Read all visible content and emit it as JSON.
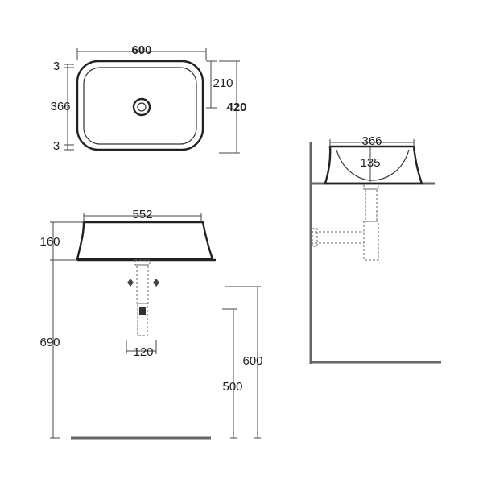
{
  "top_view": {
    "width": "600",
    "depth": "420",
    "inner_depth": "366",
    "rim_top": "3",
    "rim_bottom": "3",
    "drain_offset": "210"
  },
  "front_view": {
    "width": "552",
    "height": "160",
    "floor_to_rim": "690",
    "trap_width": "120",
    "outlet_height_1": "600",
    "outlet_height_2": "500"
  },
  "side_view": {
    "depth": "366",
    "bowl_depth": "135"
  },
  "colors": {
    "line": "#333333",
    "hidden": "#666666",
    "floor": "#666666"
  }
}
